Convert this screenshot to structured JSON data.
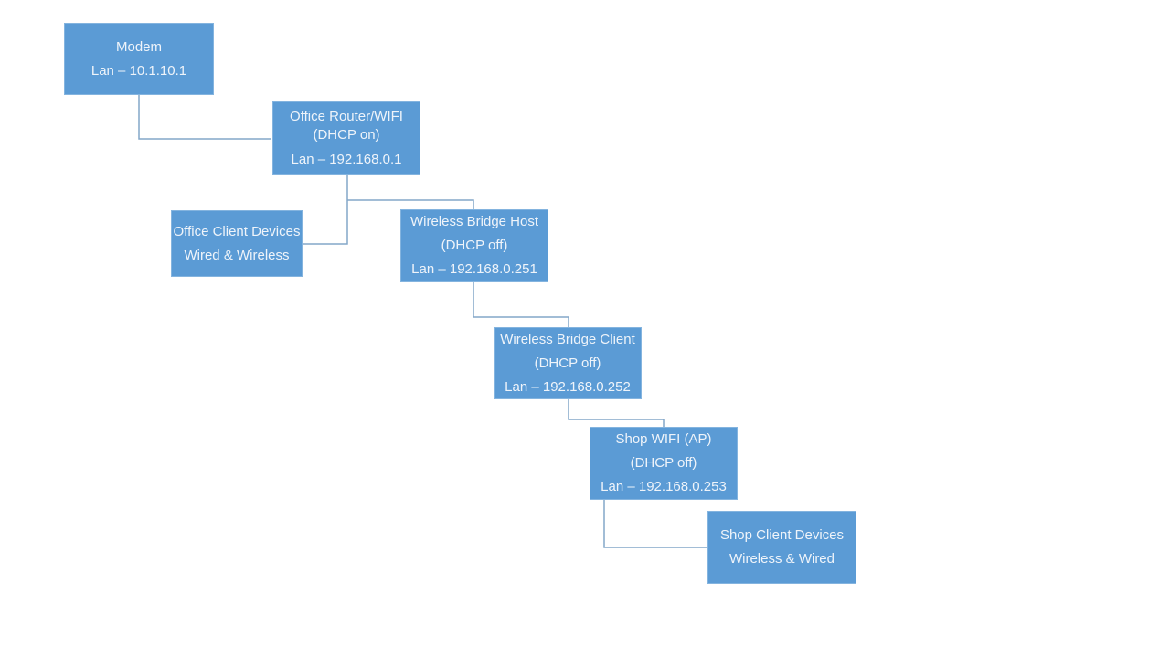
{
  "diagram": {
    "nodes": [
      {
        "id": "modem",
        "lines": [
          "Modem",
          "Lan – 10.1.10.1"
        ]
      },
      {
        "id": "office-router",
        "lines": [
          "Office Router/WIFI",
          "(DHCP on)",
          "Lan – 192.168.0.1"
        ]
      },
      {
        "id": "office-client-devices",
        "lines": [
          "Office Client Devices",
          "Wired & Wireless"
        ]
      },
      {
        "id": "wireless-bridge-host",
        "lines": [
          "Wireless Bridge Host",
          "(DHCP off)",
          "Lan – 192.168.0.251"
        ]
      },
      {
        "id": "wireless-bridge-client",
        "lines": [
          "Wireless Bridge Client",
          "(DHCP off)",
          "Lan – 192.168.0.252"
        ]
      },
      {
        "id": "shop-wifi",
        "lines": [
          "Shop WIFI (AP)",
          "(DHCP off)",
          "Lan – 192.168.0.253"
        ]
      },
      {
        "id": "shop-client-devices",
        "lines": [
          "Shop Client Devices",
          "Wireless & Wired"
        ]
      }
    ],
    "edges": [
      {
        "from": "modem",
        "to": "office-router"
      },
      {
        "from": "office-router",
        "to": "office-client-devices"
      },
      {
        "from": "office-router",
        "to": "wireless-bridge-host"
      },
      {
        "from": "wireless-bridge-host",
        "to": "wireless-bridge-client"
      },
      {
        "from": "wireless-bridge-client",
        "to": "shop-wifi"
      },
      {
        "from": "shop-wifi",
        "to": "shop-client-devices"
      }
    ],
    "colors": {
      "node_fill": "#5B9BD5",
      "node_text": "#EFF4FA",
      "connector": "#84A7C9",
      "background": "#FFFFFF"
    }
  }
}
